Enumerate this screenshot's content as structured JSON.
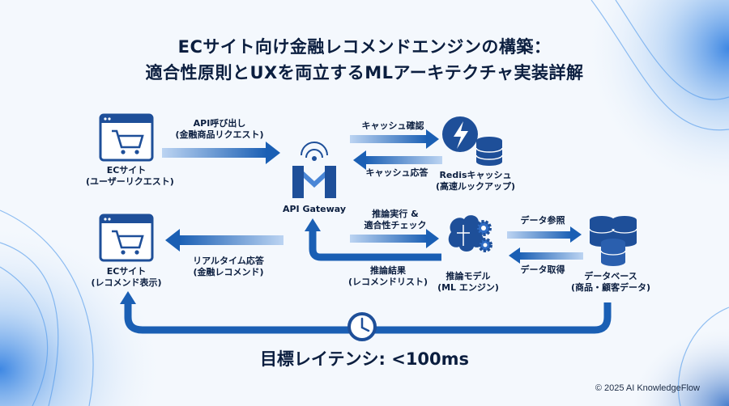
{
  "title": {
    "line1": "ECサイト向け金融レコメンドエンジンの構築：",
    "line2": "適合性原則とUXを両立するMLアーキテクチャ実装詳解"
  },
  "nodes": {
    "ec_request": {
      "line1": "ECサイト",
      "line2": "(ユーザーリクエスト)"
    },
    "ec_display": {
      "line1": "ECサイト",
      "line2": "(レコメンド表示)"
    },
    "gateway": {
      "label": "API Gateway"
    },
    "redis": {
      "line1": "Redisキャッシュ",
      "line2": "(高速ルックアップ)"
    },
    "model": {
      "line1": "推論モデル",
      "line2": "(ML エンジン)"
    },
    "database": {
      "line1": "データベース",
      "line2": "(商品・顧客データ)"
    }
  },
  "edges": {
    "api_call": {
      "line1": "API呼び出し",
      "line2": "(金融商品リクエスト)"
    },
    "cache_check": {
      "label": "キャッシュ確認"
    },
    "cache_response": {
      "label": "キャッシュ応答"
    },
    "inference_run": {
      "line1": "推論実行 &",
      "line2": "適合性チェック"
    },
    "inference_result": {
      "line1": "推論結果",
      "line2": "(レコメンドリスト)"
    },
    "realtime_response": {
      "line1": "リアルタイム応答",
      "line2": "(金融レコメンド)"
    },
    "data_ref": {
      "label": "データ参照"
    },
    "data_get": {
      "label": "データ取得"
    }
  },
  "latency": {
    "label": "目標レイテンシ: <100ms"
  },
  "copyright": {
    "text": "© 2025 AI KnowledgeFlow"
  },
  "colors": {
    "navy": "#0b1e3f",
    "blue": "#1a5fb4",
    "light_blue": "#bcd4f2",
    "icon_fill": "#1e4f99"
  },
  "icons": [
    "shopping-cart-icon",
    "gateway-icon",
    "lightning-icon",
    "database-icon",
    "brain-icon",
    "gear-icon",
    "clock-icon"
  ]
}
